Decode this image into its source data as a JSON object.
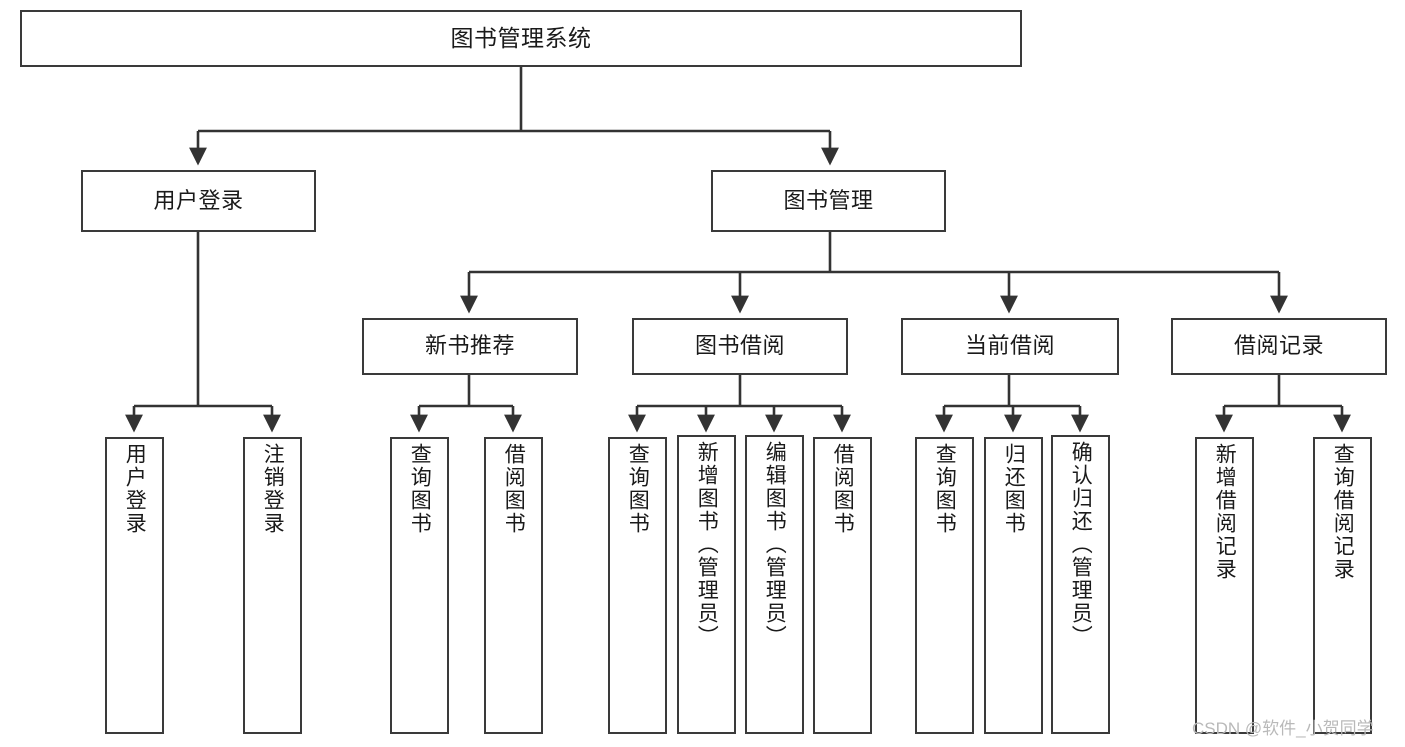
{
  "diagram": {
    "title": "图书管理系统",
    "type": "tree-hierarchy",
    "watermark": "CSDN @软件_小贺同学",
    "colors": {
      "background": "#ffffff",
      "box_border": "#3a3a3a",
      "box_fill": "#ffffff",
      "connector": "#333333",
      "text": "#1a1a1a",
      "watermark": "#b9b9b9"
    },
    "levels": {
      "root": [
        "图书管理系统"
      ],
      "level2": [
        "用户登录",
        "图书管理"
      ],
      "level3": [
        "新书推荐",
        "图书借阅",
        "当前借阅",
        "借阅记录"
      ],
      "leaves": [
        "用户登录",
        "注销登录",
        "查询图书",
        "借阅图书",
        "查询图书",
        "新增图书（管理员）",
        "编辑图书（管理员）",
        "借阅图书",
        "查询图书",
        "归还图书",
        "确认归还（管理员）",
        "新增借阅记录",
        "查询借阅记录"
      ]
    },
    "nodes": {
      "root": {
        "label": "图书管理系统"
      },
      "user_login": {
        "label": "用户登录"
      },
      "book_manage": {
        "label": "图书管理"
      },
      "new_book_rec": {
        "label": "新书推荐"
      },
      "book_borrow": {
        "label": "图书借阅"
      },
      "current_borrow": {
        "label": "当前借阅"
      },
      "borrow_record": {
        "label": "借阅记录"
      },
      "leaf_user_login": {
        "label": "用户登录"
      },
      "leaf_logout": {
        "label": "注销登录"
      },
      "leaf_query_book_a": {
        "label": "查询图书"
      },
      "leaf_borrow_book_a": {
        "label": "借阅图书"
      },
      "leaf_query_book_b": {
        "label": "查询图书"
      },
      "leaf_add_book": {
        "label": "新增图书（管理员）"
      },
      "leaf_edit_book": {
        "label": "编辑图书（管理员）"
      },
      "leaf_borrow_book_b": {
        "label": "借阅图书"
      },
      "leaf_query_book_c": {
        "label": "查询图书"
      },
      "leaf_return_book": {
        "label": "归还图书"
      },
      "leaf_confirm_return": {
        "label": "确认归还（管理员）"
      },
      "leaf_add_record": {
        "label": "新增借阅记录"
      },
      "leaf_query_record": {
        "label": "查询借阅记录"
      }
    }
  }
}
